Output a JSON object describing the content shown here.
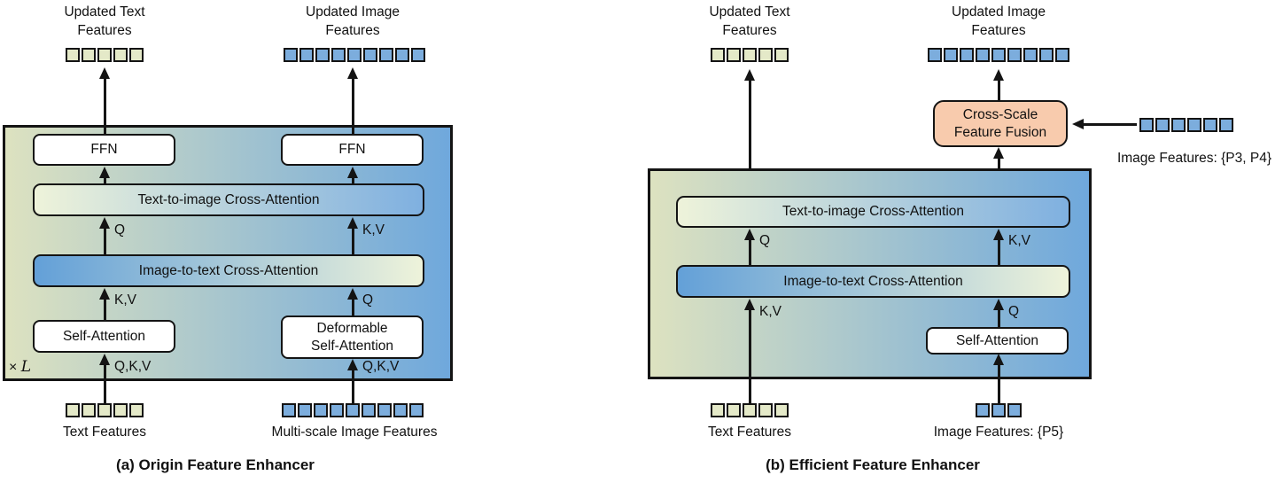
{
  "colors": {
    "olive": "#dde2c0",
    "blue": "#6fa8dc",
    "boxPale": "#eef3da",
    "boxBlue": "#7fb0e0",
    "boxBlueDeep": "#63a0d8",
    "peach": "#f8cbad",
    "sqGreen": "#e4e9c8",
    "sqBlue": "#7caddd",
    "ink": "#141414"
  },
  "panel_a": {
    "caption": "(a) Origin Feature Enhancer",
    "labels": {
      "updated_text_line1": "Updated Text",
      "updated_text_line2": "Features",
      "updated_image_line1": "Updated Image",
      "updated_image_line2": "Features",
      "text_features": "Text Features",
      "image_features": "Multi-scale Image Features",
      "times": "×",
      "loop_var": "L"
    },
    "boxes": {
      "ffn_left": "FFN",
      "ffn_right": "FFN",
      "t2i": "Text-to-image Cross-Attention",
      "i2t": "Image-to-text Cross-Attention",
      "self_attention": "Self-Attention",
      "deformable_line1": "Deformable",
      "deformable_line2": "Self-Attention"
    },
    "ports": {
      "q_upper_left": "Q",
      "kv_upper_right": "K,V",
      "kv_mid_left": "K,V",
      "q_mid_right": "Q",
      "qkv_lower_left": "Q,K,V",
      "qkv_lower_right": "Q,K,V"
    },
    "tokens": {
      "updated_text": 5,
      "updated_image": 9,
      "text": 5,
      "image": 9
    }
  },
  "panel_b": {
    "caption": "(b) Efficient Feature Enhancer",
    "labels": {
      "updated_text_line1": "Updated Text",
      "updated_text_line2": "Features",
      "updated_image_line1": "Updated Image",
      "updated_image_line2": "Features",
      "text_features": "Text Features",
      "image_features_p5": "Image Features: {P5}",
      "image_features_p3p4": "Image Features: {P3, P4}"
    },
    "boxes": {
      "fusion_line1": "Cross-Scale",
      "fusion_line2": "Feature Fusion",
      "t2i": "Text-to-image Cross-Attention",
      "i2t": "Image-to-text Cross-Attention",
      "self_attention": "Self-Attention"
    },
    "ports": {
      "q_upper_left": "Q",
      "kv_upper_right": "K,V",
      "kv_lower_left": "K,V",
      "q_lower_right": "Q"
    },
    "tokens": {
      "updated_text": 5,
      "updated_image": 9,
      "p3p4": 6,
      "text": 5,
      "p5": 3
    }
  }
}
